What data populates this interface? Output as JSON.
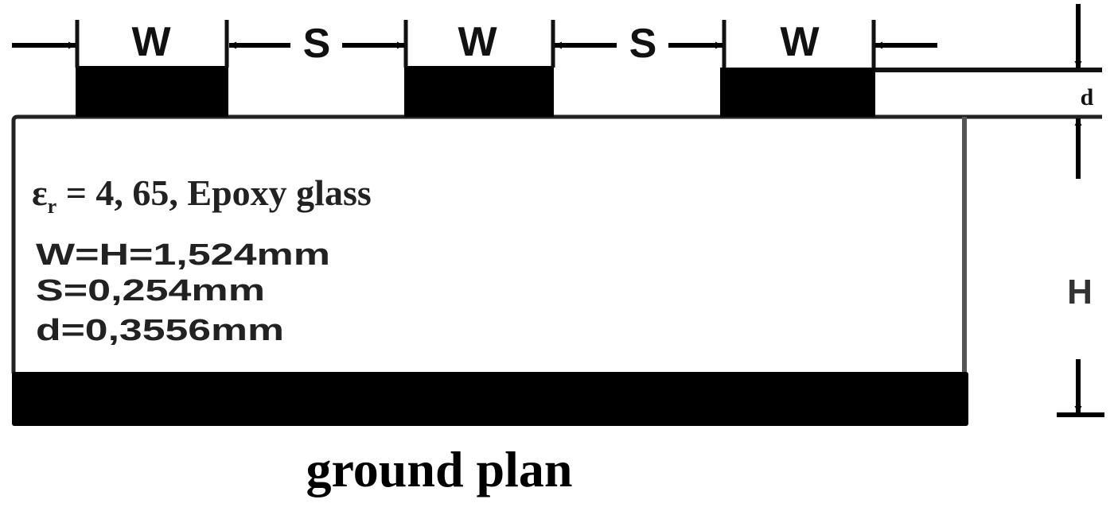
{
  "diagram": {
    "type": "coupled-microstrip-cross-section",
    "dimension_labels": {
      "strip_width": "W",
      "spacing": "S",
      "thickness": "d",
      "substrate_height": "H"
    },
    "strips": [
      {
        "label": "W"
      },
      {
        "label": "W"
      },
      {
        "label": "W"
      }
    ],
    "gaps": [
      {
        "label": "S"
      },
      {
        "label": "S"
      }
    ],
    "substrate": {
      "permittivity_symbol": "ε",
      "permittivity_subscript": "r",
      "permittivity_text": " = 4, 65, Epoxy glass",
      "parameters": [
        "W=H=1,524mm",
        "S=0,254mm",
        "d=0,3556mm"
      ]
    },
    "caption": "ground plan",
    "colors": {
      "conductor": "#000000",
      "outline": "#222222",
      "background": "#ffffff"
    }
  }
}
